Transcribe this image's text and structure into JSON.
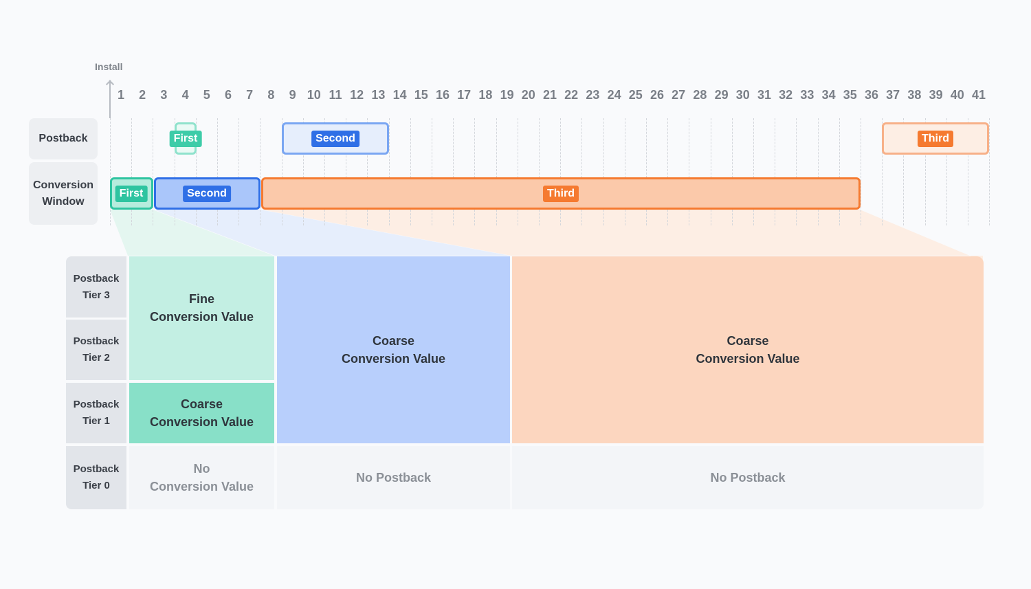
{
  "timeline": {
    "install_label": "Install",
    "days": [
      "1",
      "2",
      "3",
      "4",
      "5",
      "6",
      "7",
      "8",
      "9",
      "10",
      "11",
      "12",
      "13",
      "14",
      "15",
      "16",
      "17",
      "18",
      "19",
      "20",
      "21",
      "22",
      "23",
      "24",
      "25",
      "26",
      "27",
      "28",
      "29",
      "30",
      "31",
      "32",
      "33",
      "34",
      "35",
      "36",
      "37",
      "38",
      "39",
      "40",
      "41"
    ]
  },
  "rows": {
    "postback": "Postback",
    "conversion_window": "Conversion\nWindow"
  },
  "postbacks": {
    "first": "First",
    "second": "Second",
    "third": "Third"
  },
  "windows": {
    "first": "First",
    "second": "Second",
    "third": "Third"
  },
  "tiers": {
    "tier3": "Postback\nTier 3",
    "tier2": "Postback\nTier 2",
    "tier1": "Postback\nTier 1",
    "tier0": "Postback\nTier 0"
  },
  "cells": {
    "first_fine": "Fine\nConversion Value",
    "first_coarse": "Coarse\nConversion Value",
    "first_none": "No\nConversion Value",
    "second_coarse": "Coarse\nConversion Value",
    "second_none": "No Postback",
    "third_coarse": "Coarse\nConversion Value",
    "third_none": "No Postback"
  },
  "colors": {
    "first_accent": "#2ec4a0",
    "first_light": "#c3efe3",
    "first_mid": "#88e0c8",
    "second_accent": "#2f6fe6",
    "second_light": "#b8cffc",
    "third_accent": "#f57a30",
    "third_light": "#fcd6bf",
    "none_bg": "#f3f5f8"
  }
}
